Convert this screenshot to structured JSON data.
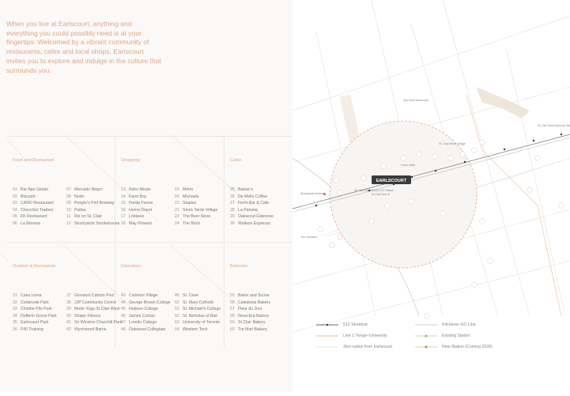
{
  "intro": "When you live at Earlscourt, anything and everything you could possibly need is at your fingertips. Welcomed by a vibrant community of restaurants, cafes and local shops, Earlscourt invites you to explore and indulge in the culture that surrounds you.",
  "categories": [
    {
      "title": "Food and Restaurant",
      "columns": [
        [
          [
            "01",
            "Bar Ape Gelato"
          ],
          [
            "02",
            "Bisoyah"
          ],
          [
            "03",
            "CANO Restaurant"
          ],
          [
            "04",
            "ChocoSol Traders"
          ],
          [
            "05",
            "FK Restaurant"
          ],
          [
            "06",
            "La Morena"
          ]
        ],
        [
          [
            "07",
            "Mercado Negro"
          ],
          [
            "08",
            "Nodo"
          ],
          [
            "09",
            "People's Pint Brewing"
          ],
          [
            "10",
            "Pukka"
          ],
          [
            "11",
            "Riz on St. Clair"
          ],
          [
            "12",
            "Stockyards Smokehouse"
          ]
        ]
      ]
    },
    {
      "title": "Shopping",
      "columns": [
        [
          [
            "13",
            "Astro Meats"
          ],
          [
            "14",
            "Farm Boy"
          ],
          [
            "15",
            "Fiesta Farms"
          ],
          [
            "16",
            "Home Depot"
          ],
          [
            "17",
            "Loblaws"
          ],
          [
            "18",
            "May Flowers"
          ]
        ],
        [
          [
            "19",
            "Metro"
          ],
          [
            "20",
            "Michaels"
          ],
          [
            "21",
            "Staples"
          ],
          [
            "22",
            "Stock Yards Village"
          ],
          [
            "23",
            "The Beer Store"
          ],
          [
            "24",
            "The Brick"
          ]
        ]
      ]
    },
    {
      "title": "Cafés",
      "columns": [
        [
          [
            "25",
            "Balzac's"
          ],
          [
            "26",
            "De Mello Coffee"
          ],
          [
            "27",
            "Ferro Bar & Cafe"
          ],
          [
            "28",
            "La Paloma"
          ],
          [
            "29",
            "Oakwood Espresso"
          ],
          [
            "30",
            "Wallace Espresso"
          ]
        ]
      ]
    },
    {
      "title": "Outdoor & Recreation",
      "columns": [
        [
          [
            "31",
            "Casa Loma"
          ],
          [
            "32",
            "Cedarvale Park"
          ],
          [
            "33",
            "Christie Pits Park"
          ],
          [
            "34",
            "Dufferin Grove Park"
          ],
          [
            "35",
            "Earlscourt Park"
          ],
          [
            "36",
            "F45 Training"
          ]
        ],
        [
          [
            "37",
            "Giovanni Caboto Pool"
          ],
          [
            "38",
            "JJP Community Centre"
          ],
          [
            "39",
            "Modo Yoga St Clair West"
          ],
          [
            "40",
            "Shape Fitness"
          ],
          [
            "41",
            "Sir Winston Churchill Park"
          ],
          [
            "42",
            "Wychwood Barns"
          ]
        ]
      ]
    },
    {
      "title": "Education",
      "columns": [
        [
          [
            "43",
            "Carleton Village"
          ],
          [
            "44",
            "George Brown College"
          ],
          [
            "45",
            "Hudson College"
          ],
          [
            "46",
            "James Culnan"
          ],
          [
            "47",
            "Loretto College"
          ],
          [
            "48",
            "Oakwood Collegiate"
          ]
        ],
        [
          [
            "49",
            "St. Clare"
          ],
          [
            "50",
            "St. Mary Catholic"
          ],
          [
            "51",
            "St. Michael's College"
          ],
          [
            "52",
            "St. Nicholas of Bari"
          ],
          [
            "53",
            "University of Toronto"
          ],
          [
            "54",
            "Western Tech"
          ]
        ]
      ]
    },
    {
      "title": "Bakeries",
      "columns": [
        [
          [
            "55",
            "Baker and Scone"
          ],
          [
            "56",
            "Caledonia Bakery"
          ],
          [
            "57",
            "Fleur du Jour"
          ],
          [
            "58",
            "Nova Era Bakery"
          ],
          [
            "59",
            "St Clair Bakery"
          ],
          [
            "60",
            "Tre Mari Bakery"
          ]
        ]
      ]
    }
  ],
  "map": {
    "marker": "EARLSCOURT",
    "labels": {
      "village": "St. Clair West Village",
      "corso": "Corso Italia",
      "stockyards": "Stockyards District",
      "junction": "The Junction",
      "subway": "St Clair West Subway Station",
      "street": "St Clair Ave W",
      "radius": "2km from Earlscourt",
      "newstation": "St Clair-Old Weston GO Station"
    }
  },
  "legend": [
    {
      "label": "512 Streetcar",
      "color": "#333333"
    },
    {
      "label": "Line 1 Yonge–University",
      "color": "#e9a07c"
    },
    {
      "label": "2km radius from Earlscourt",
      "color": "#f3dccd"
    },
    {
      "label": "Kitchener GO Line",
      "color": "#b9c9a8"
    },
    {
      "label": "Existing Station",
      "color": "#9fbf8a"
    },
    {
      "label": "New Station (Coming 2026)",
      "color": "#e0835a"
    }
  ]
}
